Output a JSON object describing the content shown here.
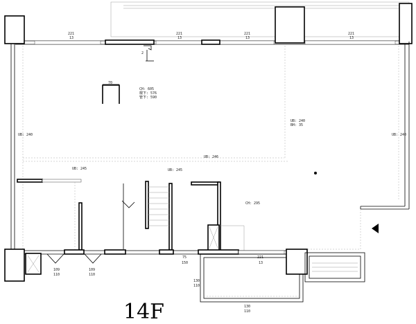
{
  "floor_label": "14F",
  "window_dims": [
    {
      "w": "221",
      "h": "13"
    },
    {
      "w": "221",
      "h": "13"
    },
    {
      "w": "221",
      "h": "13"
    },
    {
      "w": "221",
      "h": "13"
    }
  ],
  "small_dim": "70",
  "ceiling_note": {
    "line1": "CH: 605",
    "line2": "樑下: 576",
    "line3": "管下: 590"
  },
  "beam_labels": {
    "left_wall": "UB: 240",
    "right_wall": "UB: 240",
    "middle_a": "UB: 240",
    "middle_b": "BH: 35",
    "center": "UB: 246",
    "left_room": "UB: 245",
    "stair": "UB: 245",
    "lower_ch": "CH: 295"
  },
  "bottom_dims": {
    "d1_w": "109",
    "d1_h": "110",
    "d2_w": "109",
    "d2_h": "110",
    "d3_w": "75",
    "d3_h": "150",
    "d4_w": "221",
    "d4_h": "13",
    "d5_w": "130",
    "d5_h": "110",
    "d6_w": "130",
    "d6_h": "110"
  }
}
